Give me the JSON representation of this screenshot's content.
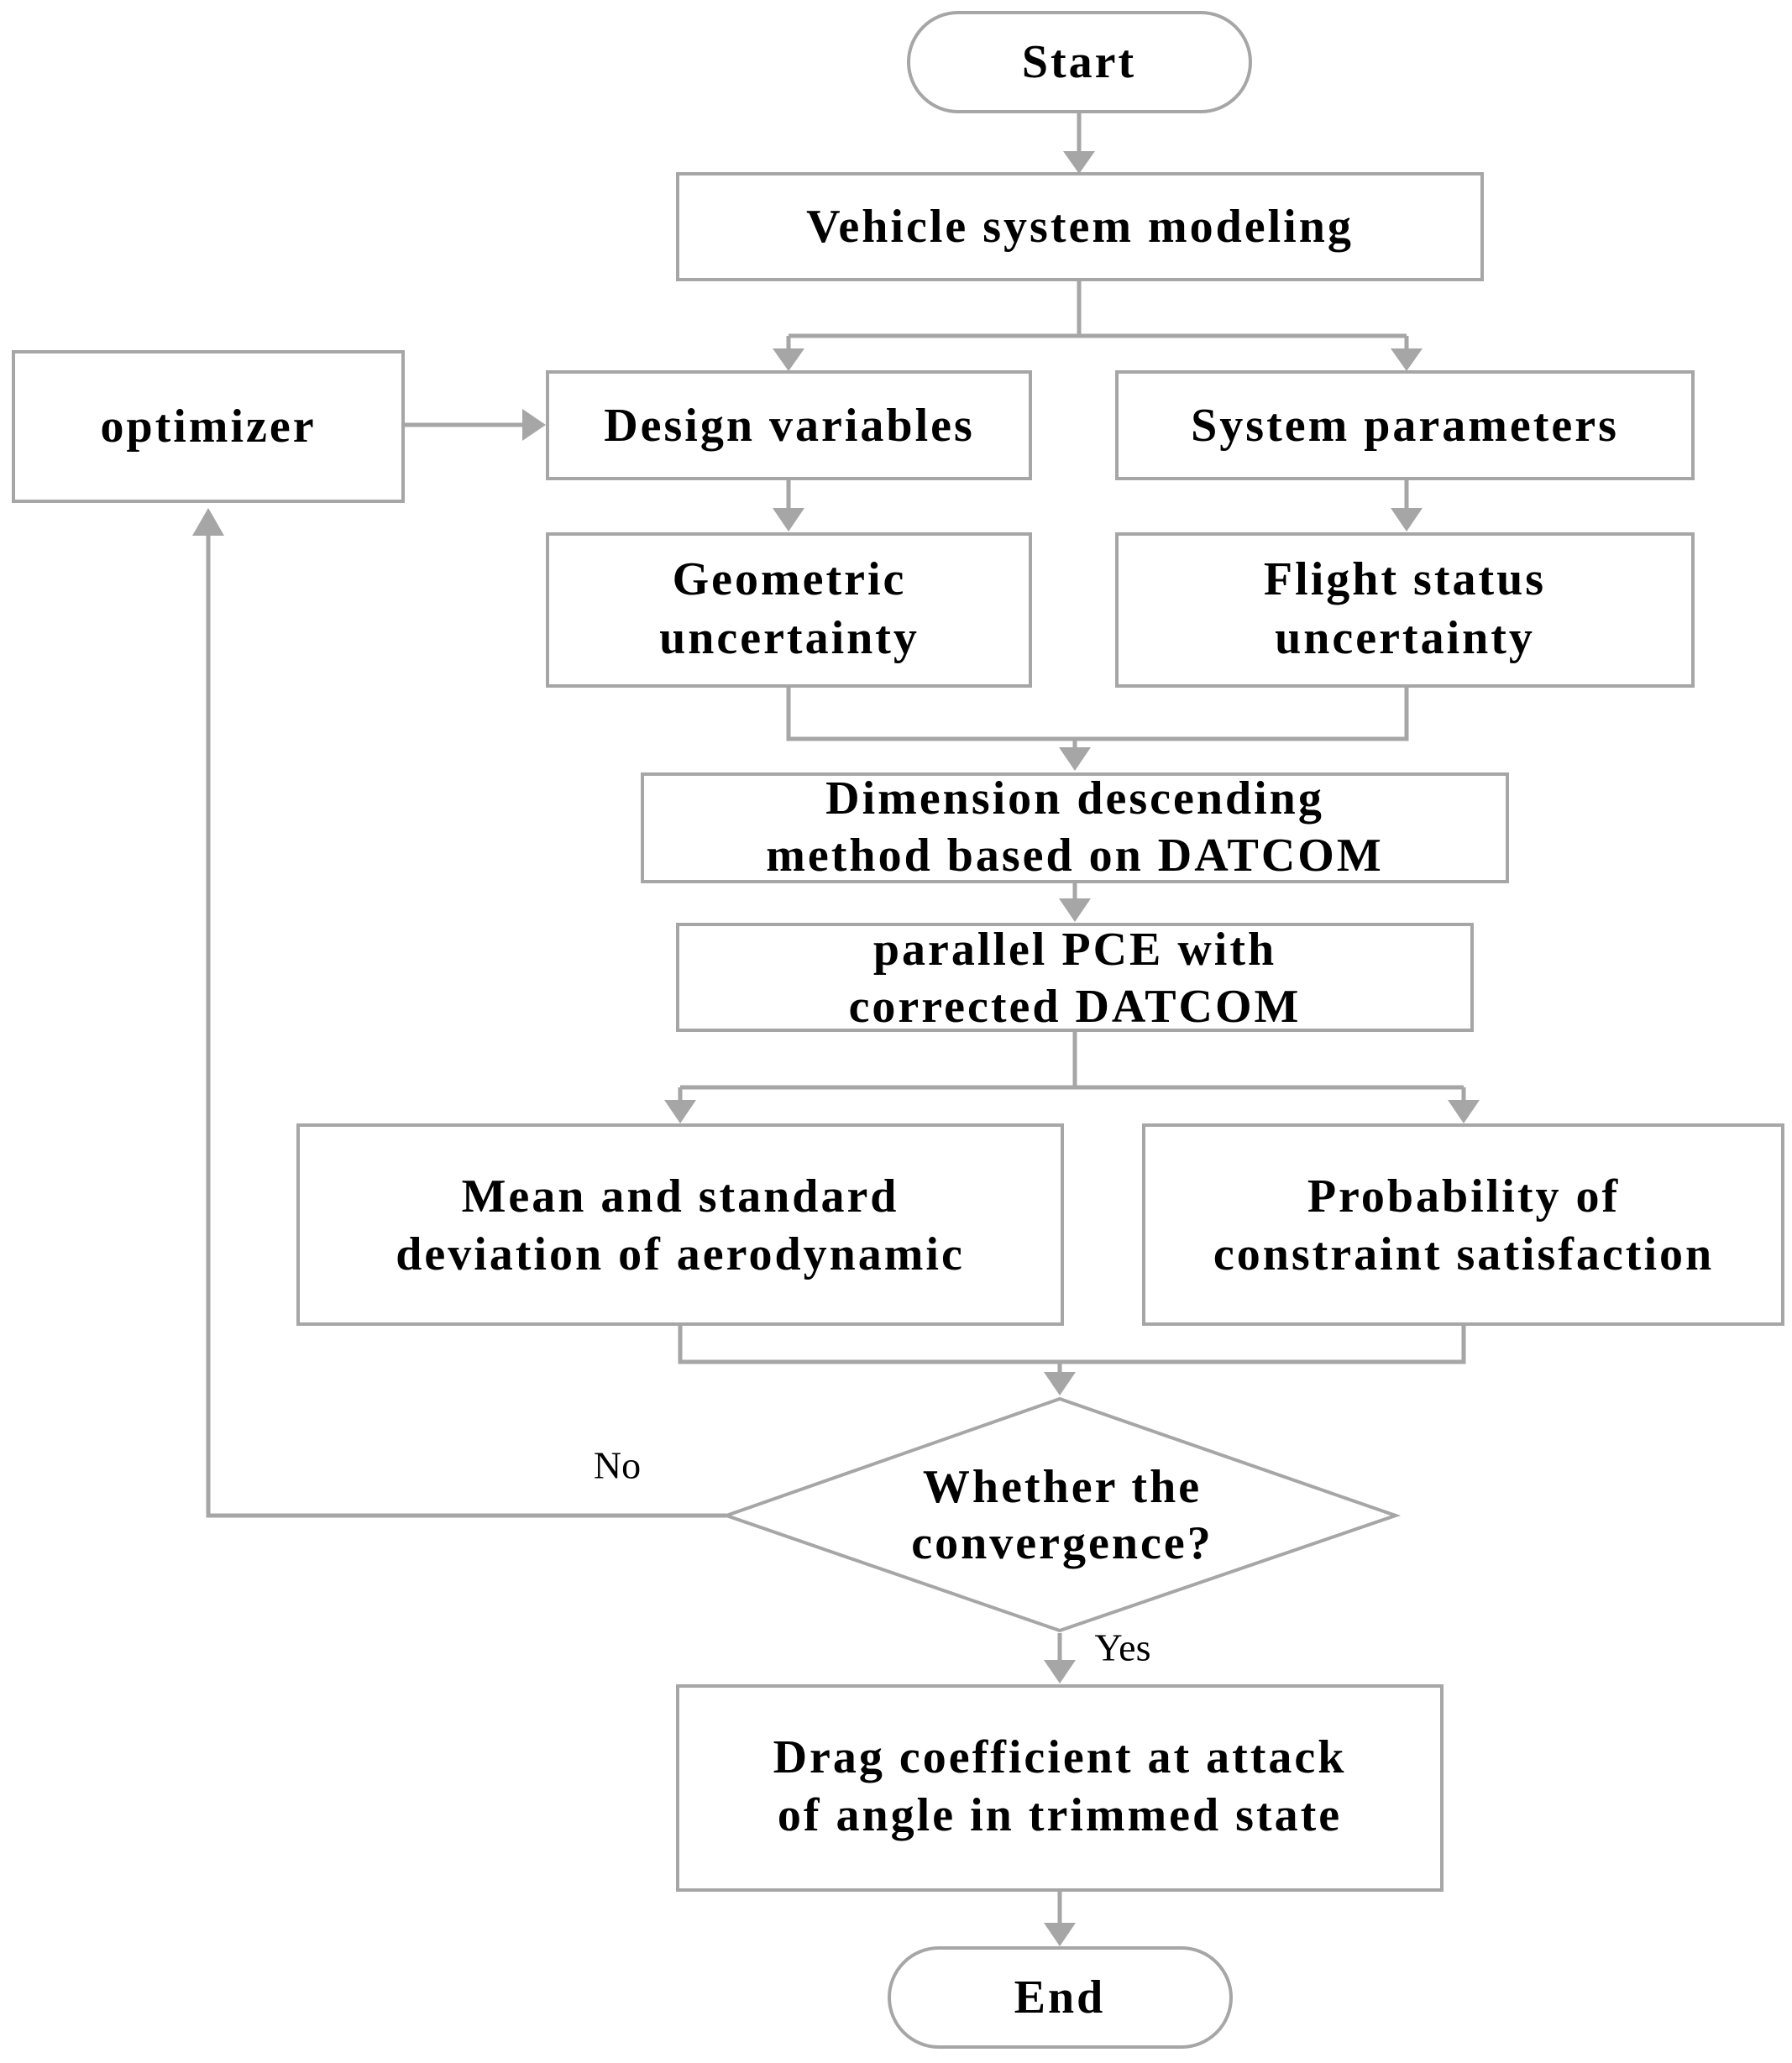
{
  "nodes": {
    "start": "Start",
    "vehicle_modeling": "Vehicle system modeling",
    "optimizer": "optimizer",
    "design_variables": "Design variables",
    "system_parameters": "System parameters",
    "geometric_uncertainty": [
      "Geometric",
      "uncertainty"
    ],
    "flight_status_uncertainty": [
      "Flight status",
      "uncertainty"
    ],
    "dimension_descending": [
      "Dimension descending",
      "method based on DATCOM"
    ],
    "parallel_pce": [
      "parallel PCE with",
      "corrected DATCOM"
    ],
    "mean_std": [
      "Mean and standard",
      "deviation of aerodynamic"
    ],
    "probability": [
      "Probability of",
      "constraint satisfaction"
    ],
    "decision": [
      "Whether the",
      "convergence?"
    ],
    "drag_coefficient": [
      "Drag coefficient at attack",
      "of angle in trimmed state"
    ],
    "end": "End"
  },
  "edge_labels": {
    "no": "No",
    "yes": "Yes"
  }
}
